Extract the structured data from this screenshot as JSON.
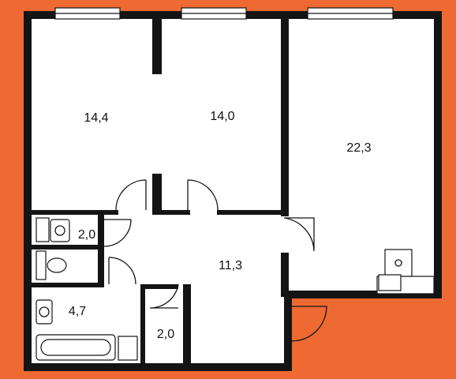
{
  "colors": {
    "background": "#EE6A32",
    "floor": "#FFFFFF",
    "wall": "#141414"
  },
  "rooms": {
    "bedroom_left": {
      "area": "14,4"
    },
    "bedroom_middle": {
      "area": "14,0"
    },
    "living_room": {
      "area": "22,3"
    },
    "hallway": {
      "area": "11,3"
    },
    "bathroom_small": {
      "area": "2,0"
    },
    "bathroom_large": {
      "area": "4,7"
    },
    "storage": {
      "area": "2,0"
    }
  }
}
